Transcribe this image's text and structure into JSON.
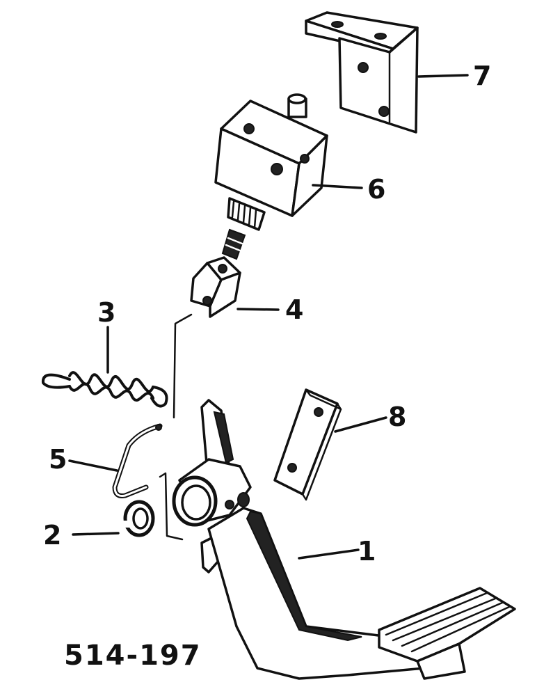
{
  "callouts": {
    "part_1": "1",
    "part_2": "2",
    "part_3": "3",
    "part_4": "4",
    "part_5": "5",
    "part_6": "6",
    "part_7": "7",
    "part_8": "8"
  },
  "reference_number": "514-197",
  "colors": {
    "ink": "#111111",
    "paper": "#ffffff"
  }
}
